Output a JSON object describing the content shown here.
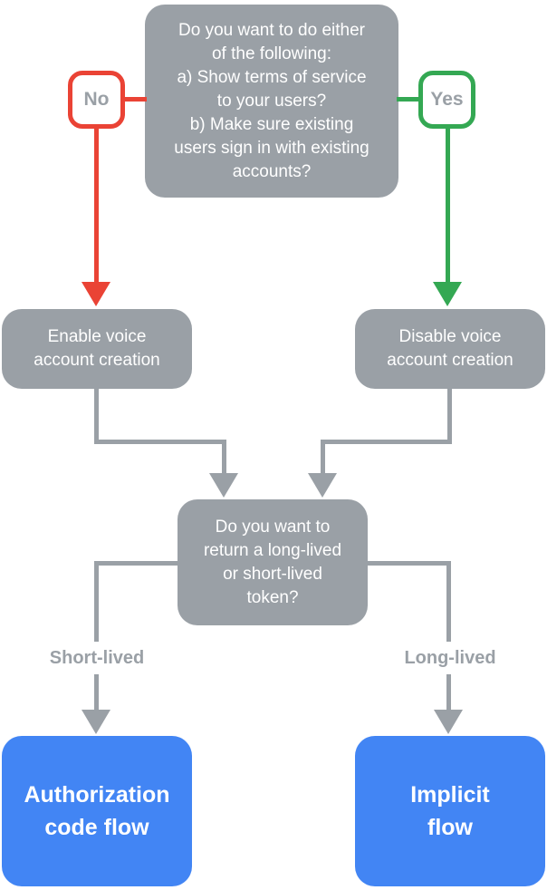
{
  "colors": {
    "box_gray": "#9AA0A6",
    "line_gray": "#9AA0A6",
    "red": "#EA4335",
    "green": "#34A853",
    "blue": "#4285F4",
    "badge_text": "#9AA0A6",
    "label_text": "#9AA0A6",
    "node_text": "#FFFFFF",
    "background": "#FFFFFF"
  },
  "flowchart": {
    "root_question": {
      "lines": [
        "Do you want to do either",
        "of the following:",
        "a) Show terms of service",
        "to your users?",
        "b) Make sure existing",
        "users sign in with existing",
        "accounts?"
      ]
    },
    "no_branch": {
      "badge": "No",
      "result": {
        "lines": [
          "Enable voice",
          "account creation"
        ]
      }
    },
    "yes_branch": {
      "badge": "Yes",
      "result": {
        "lines": [
          "Disable voice",
          "account creation"
        ]
      }
    },
    "token_question": {
      "lines": [
        "Do you want to",
        "return a long-lived",
        "or short-lived",
        "token?"
      ]
    },
    "short_branch": {
      "label": "Short-lived",
      "result": {
        "lines": [
          "Authorization",
          "code flow"
        ]
      }
    },
    "long_branch": {
      "label": "Long-lived",
      "result": {
        "lines": [
          "Implicit",
          "flow"
        ]
      }
    }
  }
}
